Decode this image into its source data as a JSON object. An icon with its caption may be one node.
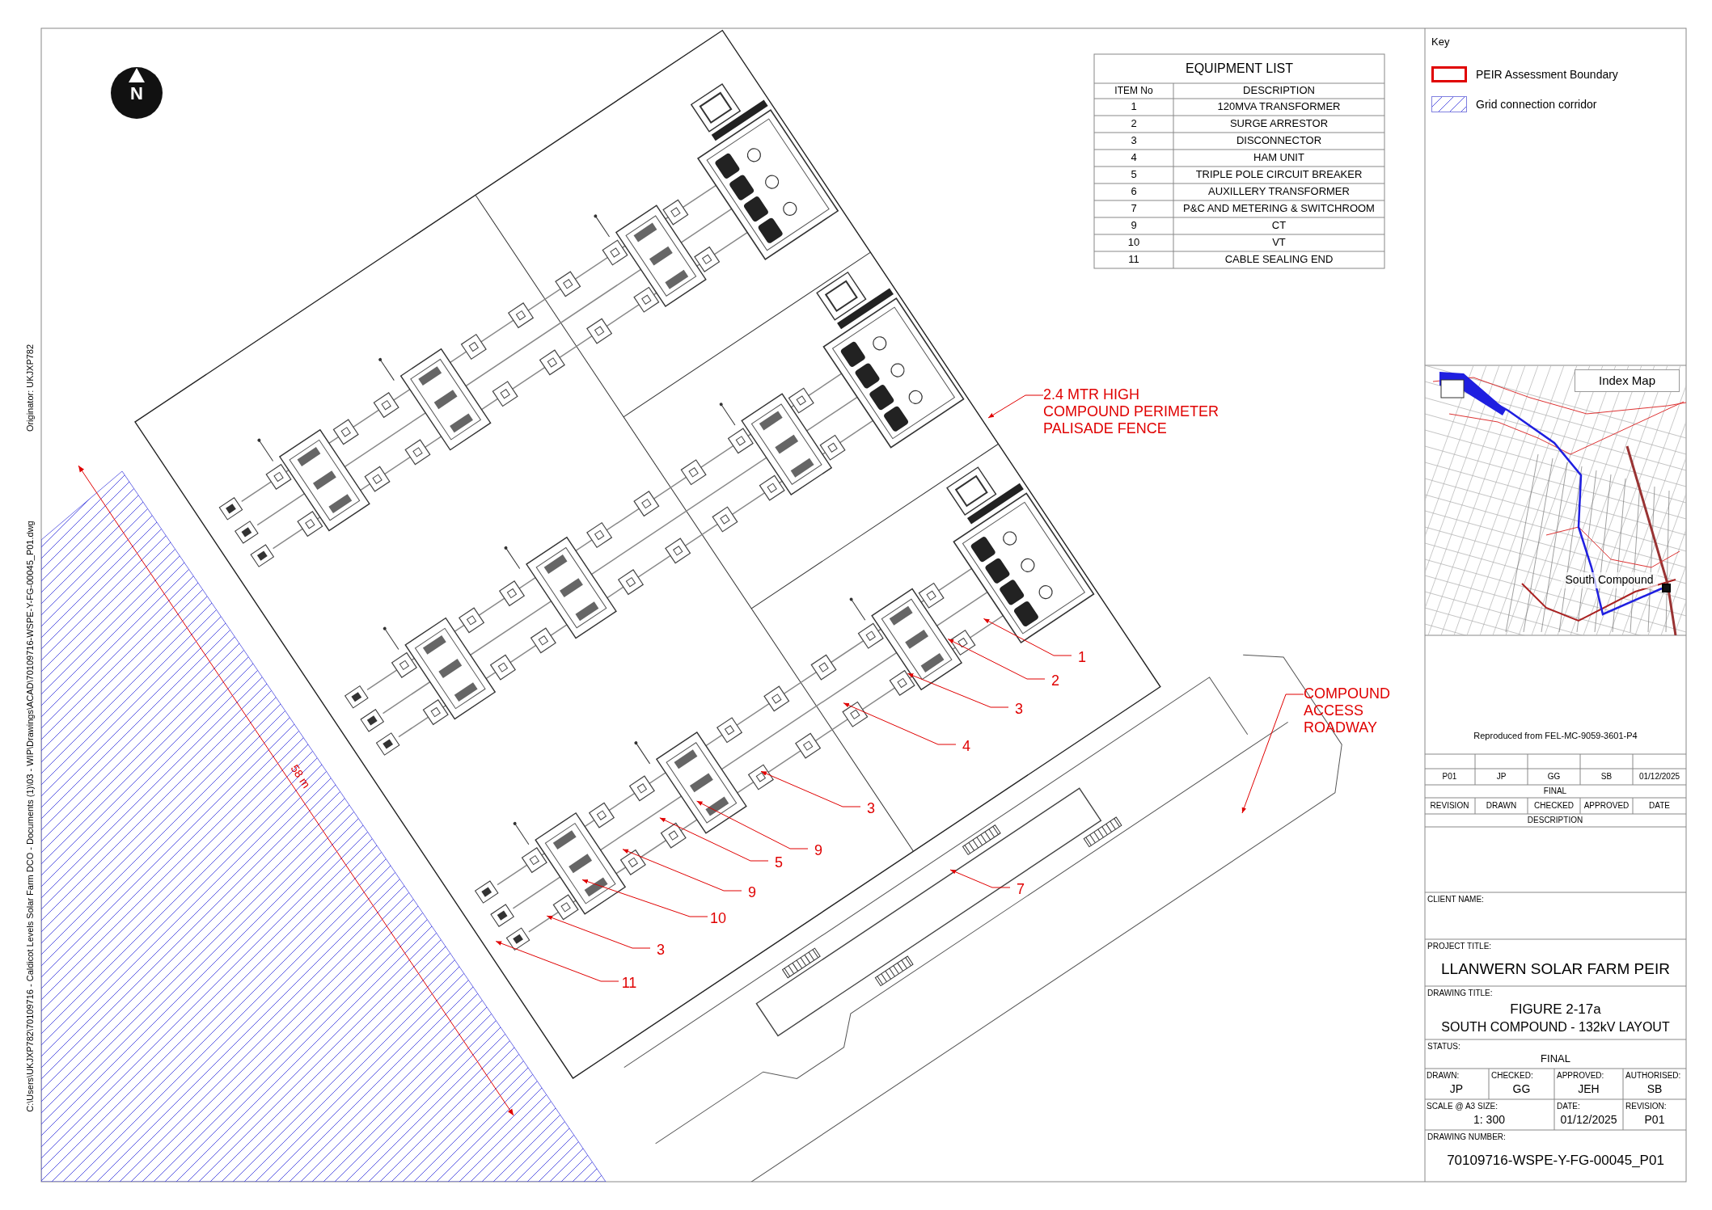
{
  "diagram": {
    "nodes": [
      {
        "text": [
          "2.4 MTR HIGH COMPOUND PERIMETER PALISADE FENCE"
        ]
      },
      {
        "text": [
          "COMPOUND ACCESS ROADWAY"
        ]
      },
      {
        "text": [
          "1"
        ]
      },
      {
        "text": [
          "2"
        ]
      },
      {
        "text": [
          "3"
        ]
      },
      {
        "text": [
          "4"
        ]
      },
      {
        "text": [
          "3"
        ]
      },
      {
        "text": [
          "9"
        ]
      },
      {
        "text": [
          "5"
        ]
      },
      {
        "text": [
          "9"
        ]
      },
      {
        "text": [
          "10"
        ]
      },
      {
        "text": [
          "3"
        ]
      },
      {
        "text": [
          "11"
        ]
      },
      {
        "text": [
          "7"
        ]
      }
    ],
    "edges": [
      {
        "from": 0,
        "to": null,
        "arrow": "to"
      },
      {
        "from": 1,
        "to": null,
        "arrow": "to"
      },
      {
        "from": 2,
        "to": null,
        "arrow": "to"
      },
      {
        "from": 3,
        "to": null,
        "arrow": "to"
      },
      {
        "from": 4,
        "to": null,
        "arrow": "to"
      },
      {
        "from": 5,
        "to": null,
        "arrow": "to"
      },
      {
        "from": 6,
        "to": null,
        "arrow": "to"
      },
      {
        "from": 7,
        "to": null,
        "arrow": "to"
      },
      {
        "from": 8,
        "to": null,
        "arrow": "to"
      },
      {
        "from": 9,
        "to": null,
        "arrow": "to"
      },
      {
        "from": 10,
        "to": null,
        "arrow": "to"
      },
      {
        "from": 11,
        "to": null,
        "arrow": "to"
      },
      {
        "from": 12,
        "to": null,
        "arrow": "to"
      },
      {
        "from": 13,
        "to": null,
        "arrow": "to"
      }
    ],
    "labels": [
      "N",
      "EQUIPMENT LIST",
      "ITEM No",
      "DESCRIPTION",
      "1",
      "120MVA TRANSFORMER",
      "2",
      "SURGE ARRESTOR",
      "3",
      "DISCONNECTOR",
      "4",
      "HAM UNIT",
      "5",
      "TRIPLE POLE CIRCUIT BREAKER",
      "6",
      "AUXILLERY TRANSFORMER",
      "7",
      "P&C AND METERING & SWITCHROOM",
      "9",
      "CT",
      "10",
      "VT",
      "11",
      "CABLE SEALING END",
      "Key",
      "Index Map",
      "South Compound",
      "58 m",
      "Reproduced from FEL-MC-9059-3601-P4",
      "P01",
      "JP",
      "GG",
      "SB",
      "01/12/2025",
      "FINAL",
      "REVISION",
      "DRAWN",
      "CHECKED",
      "APPROVED",
      "DATE",
      "DESCRIPTION",
      "CLIENT NAME:",
      "PROJECT TITLE:",
      "LLANWERN SOLAR FARM PEIR",
      "DRAWING TITLE:",
      "FIGURE 2-17a",
      "SOUTH COMPOUND - 132kV LAYOUT",
      "STATUS:",
      "FINAL",
      "DRAWN:",
      "JP",
      "CHECKED:",
      "GG",
      "APPROVED:",
      "JEH",
      "AUTHORISED:",
      "SB",
      "SCALE @ A3 SIZE:",
      "1: 300",
      "DATE:",
      "01/12/2025",
      "REVISION:",
      "P01",
      "DRAWING NUMBER:",
      "70109716-WSPE-Y-FG-00045_P01",
      "C:\\Users\\UKJXP782\\70109716 - Caldicot Levels Solar Farm DCO - Documents (1)\\03 - WIP\\Drawings\\ACAD\\70109716-WSPE-Y-FG-00045_P01.dwg",
      "Originator: UKJXP782"
    ],
    "legend": [
      {
        "text": "PEIR Assessment Boundary"
      },
      {
        "text": "Grid connection corridor"
      }
    ]
  }
}
